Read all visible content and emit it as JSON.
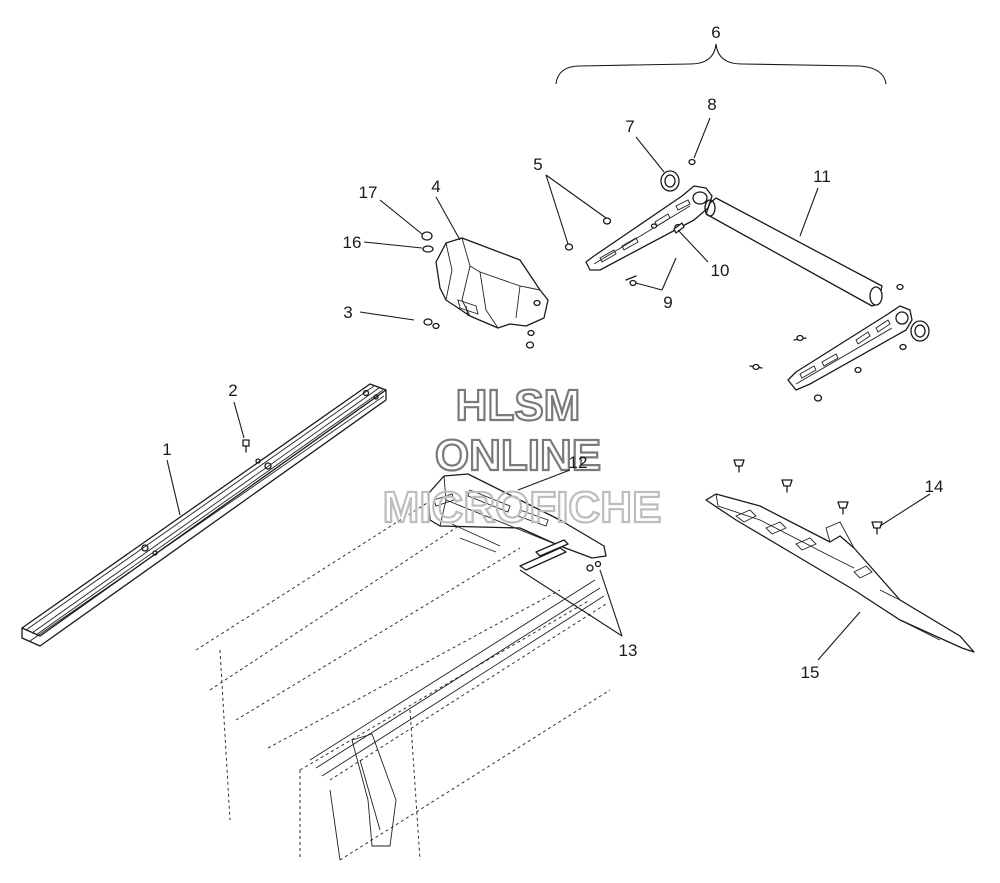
{
  "watermark": {
    "line1": "HLSM",
    "line2": "ONLINE",
    "line3": "MICROFICHE"
  },
  "callouts": [
    {
      "id": "1",
      "label": "1"
    },
    {
      "id": "2",
      "label": "2"
    },
    {
      "id": "3",
      "label": "3"
    },
    {
      "id": "4",
      "label": "4"
    },
    {
      "id": "5",
      "label": "5"
    },
    {
      "id": "6",
      "label": "6"
    },
    {
      "id": "7",
      "label": "7"
    },
    {
      "id": "8",
      "label": "8"
    },
    {
      "id": "9",
      "label": "9"
    },
    {
      "id": "10",
      "label": "10"
    },
    {
      "id": "11",
      "label": "11"
    },
    {
      "id": "12",
      "label": "12"
    },
    {
      "id": "13",
      "label": "13"
    },
    {
      "id": "14",
      "label": "14"
    },
    {
      "id": "15",
      "label": "15"
    },
    {
      "id": "16",
      "label": "16"
    },
    {
      "id": "17",
      "label": "17"
    }
  ]
}
